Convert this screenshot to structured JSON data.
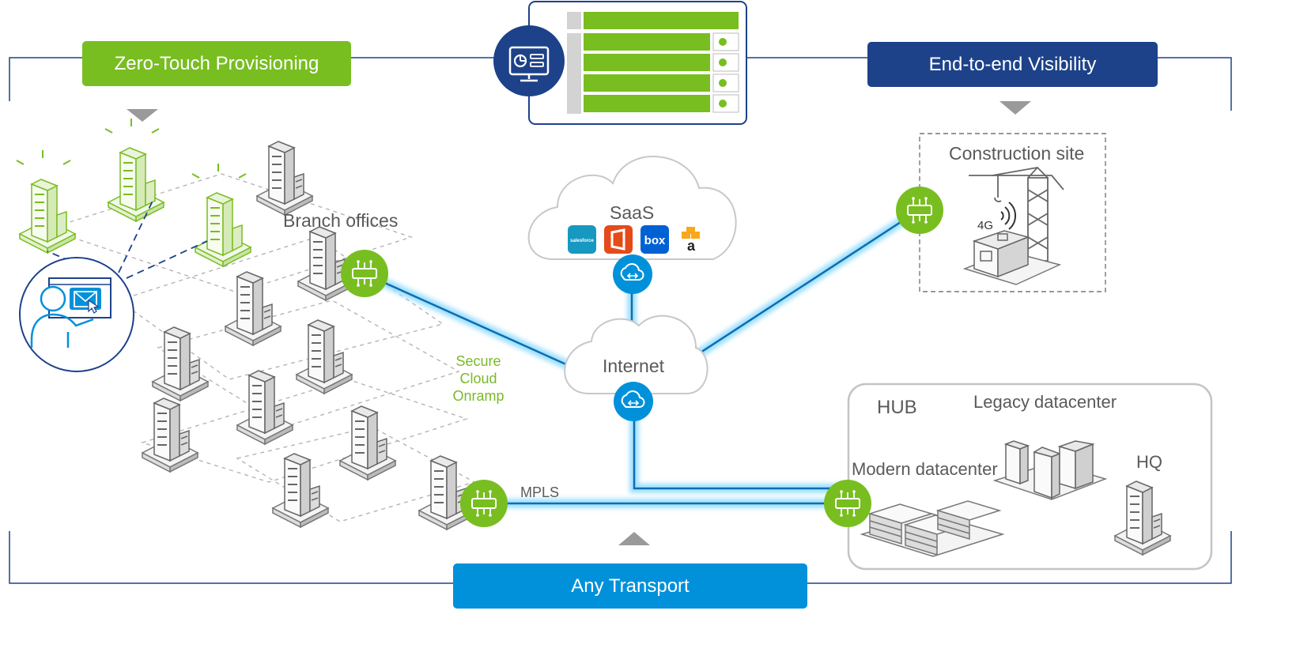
{
  "colors": {
    "green": "#78be20",
    "navy": "#1d428a",
    "blue": "#0091da",
    "gray_text": "#5a5a5a",
    "link_glow": "#9fe0ff",
    "link_core": "#0d6eb0"
  },
  "banners": {
    "ztp": "Zero-Touch Provisioning",
    "visibility": "End-to-end Visibility",
    "transport": "Any Transport"
  },
  "labels": {
    "branch_offices": "Branch offices",
    "saas": "SaaS",
    "internet": "Internet",
    "secure_cloud_onramp": [
      "Secure",
      "Cloud",
      "Onramp"
    ],
    "mpls": "MPLS",
    "construction_site": "Construction site",
    "signal": "4G",
    "hub": "HUB",
    "legacy_datacenter": "Legacy datacenter",
    "modern_datacenter": "Modern datacenter",
    "hq": "HQ"
  },
  "saas_apps": [
    {
      "name": "salesforce",
      "label": "salesforce",
      "color": "#1798c1"
    },
    {
      "name": "office",
      "label": "",
      "color": "#e64a19"
    },
    {
      "name": "box",
      "label": "box",
      "color": "#0061d5"
    },
    {
      "name": "amazon",
      "label": "a",
      "color": "#f7a81b"
    }
  ],
  "icons": {
    "monitor": "dashboard-monitor-icon",
    "edge_device": "sdwan-edge-icon",
    "cloud_gateway": "cloud-gateway-icon",
    "building": "building-icon",
    "admin": "admin-user-icon",
    "crane": "crane-icon"
  }
}
